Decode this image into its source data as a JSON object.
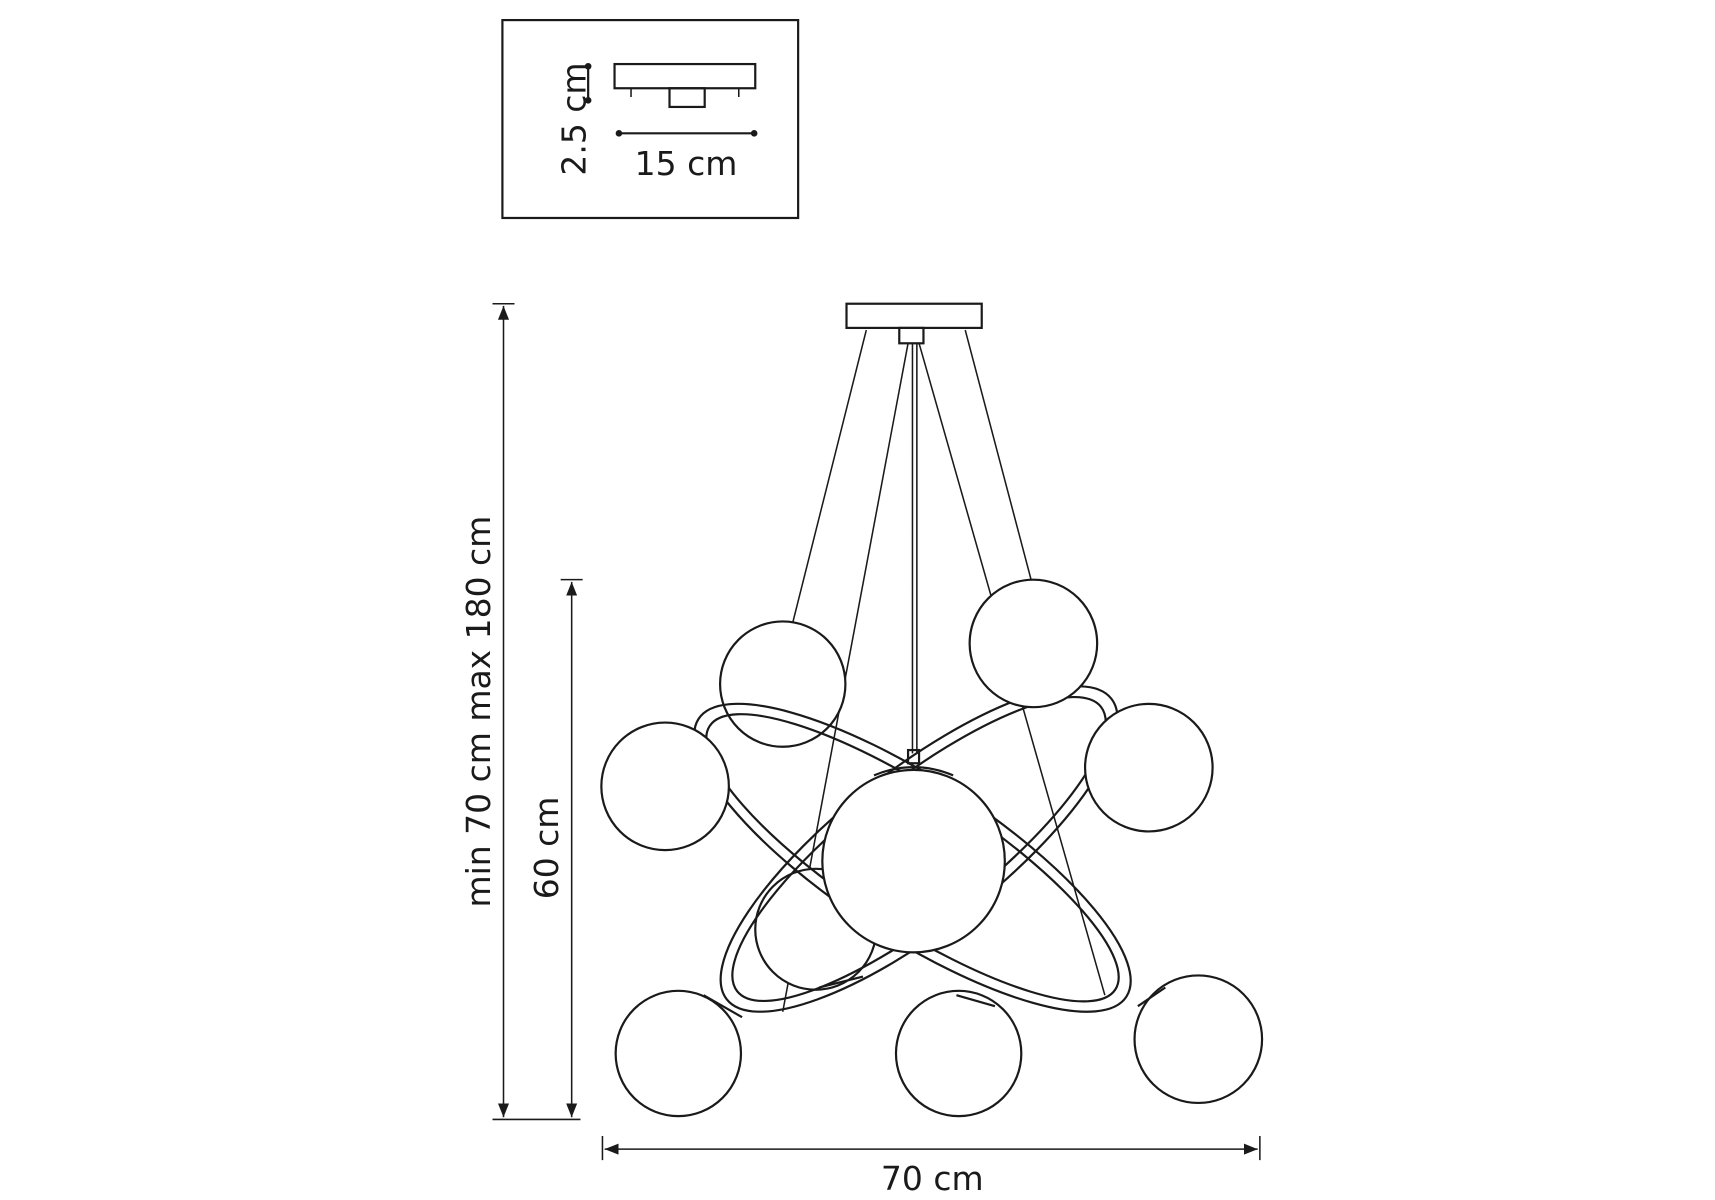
{
  "canopy_detail": {
    "height_label": "2.5 cm",
    "width_label": "15 cm"
  },
  "dimensions": {
    "total_height_label": "min 70 cm max 180 cm",
    "body_height_label": "60 cm",
    "width_label": "70 cm"
  },
  "colors": {
    "line": "#1a1a1a",
    "background": "#ffffff"
  }
}
